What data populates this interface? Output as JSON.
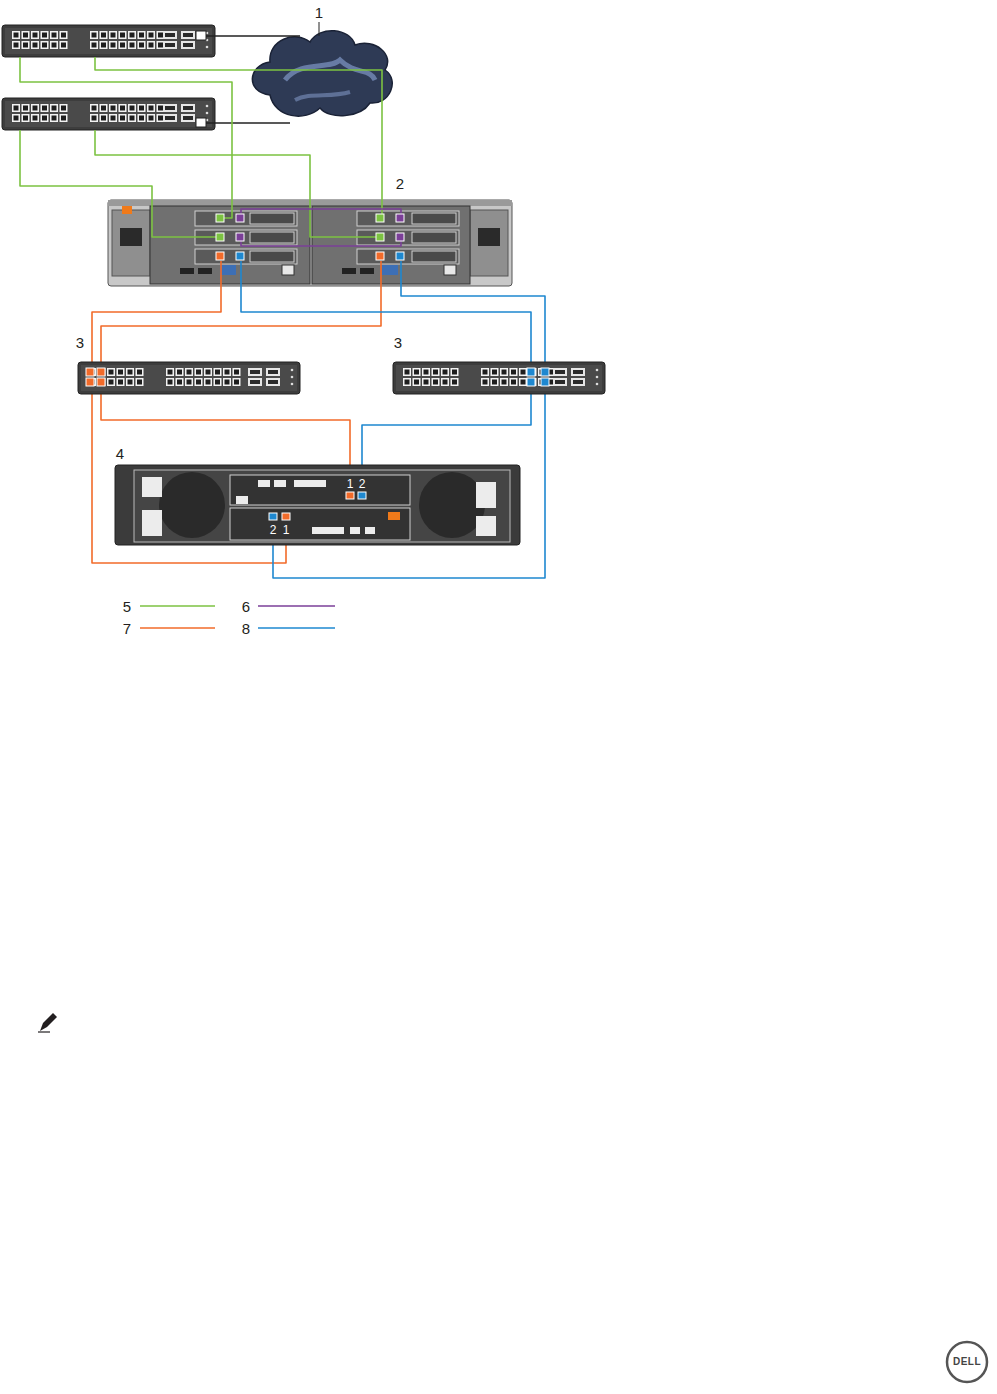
{
  "diagram": {
    "labels": [
      "1",
      "2",
      "3",
      "3",
      "4",
      "1",
      "2",
      "2",
      "1",
      "DELL"
    ],
    "legend": [
      {
        "text": "5"
      },
      {
        "text": "6"
      },
      {
        "text": "7"
      },
      {
        "text": "8"
      }
    ]
  }
}
